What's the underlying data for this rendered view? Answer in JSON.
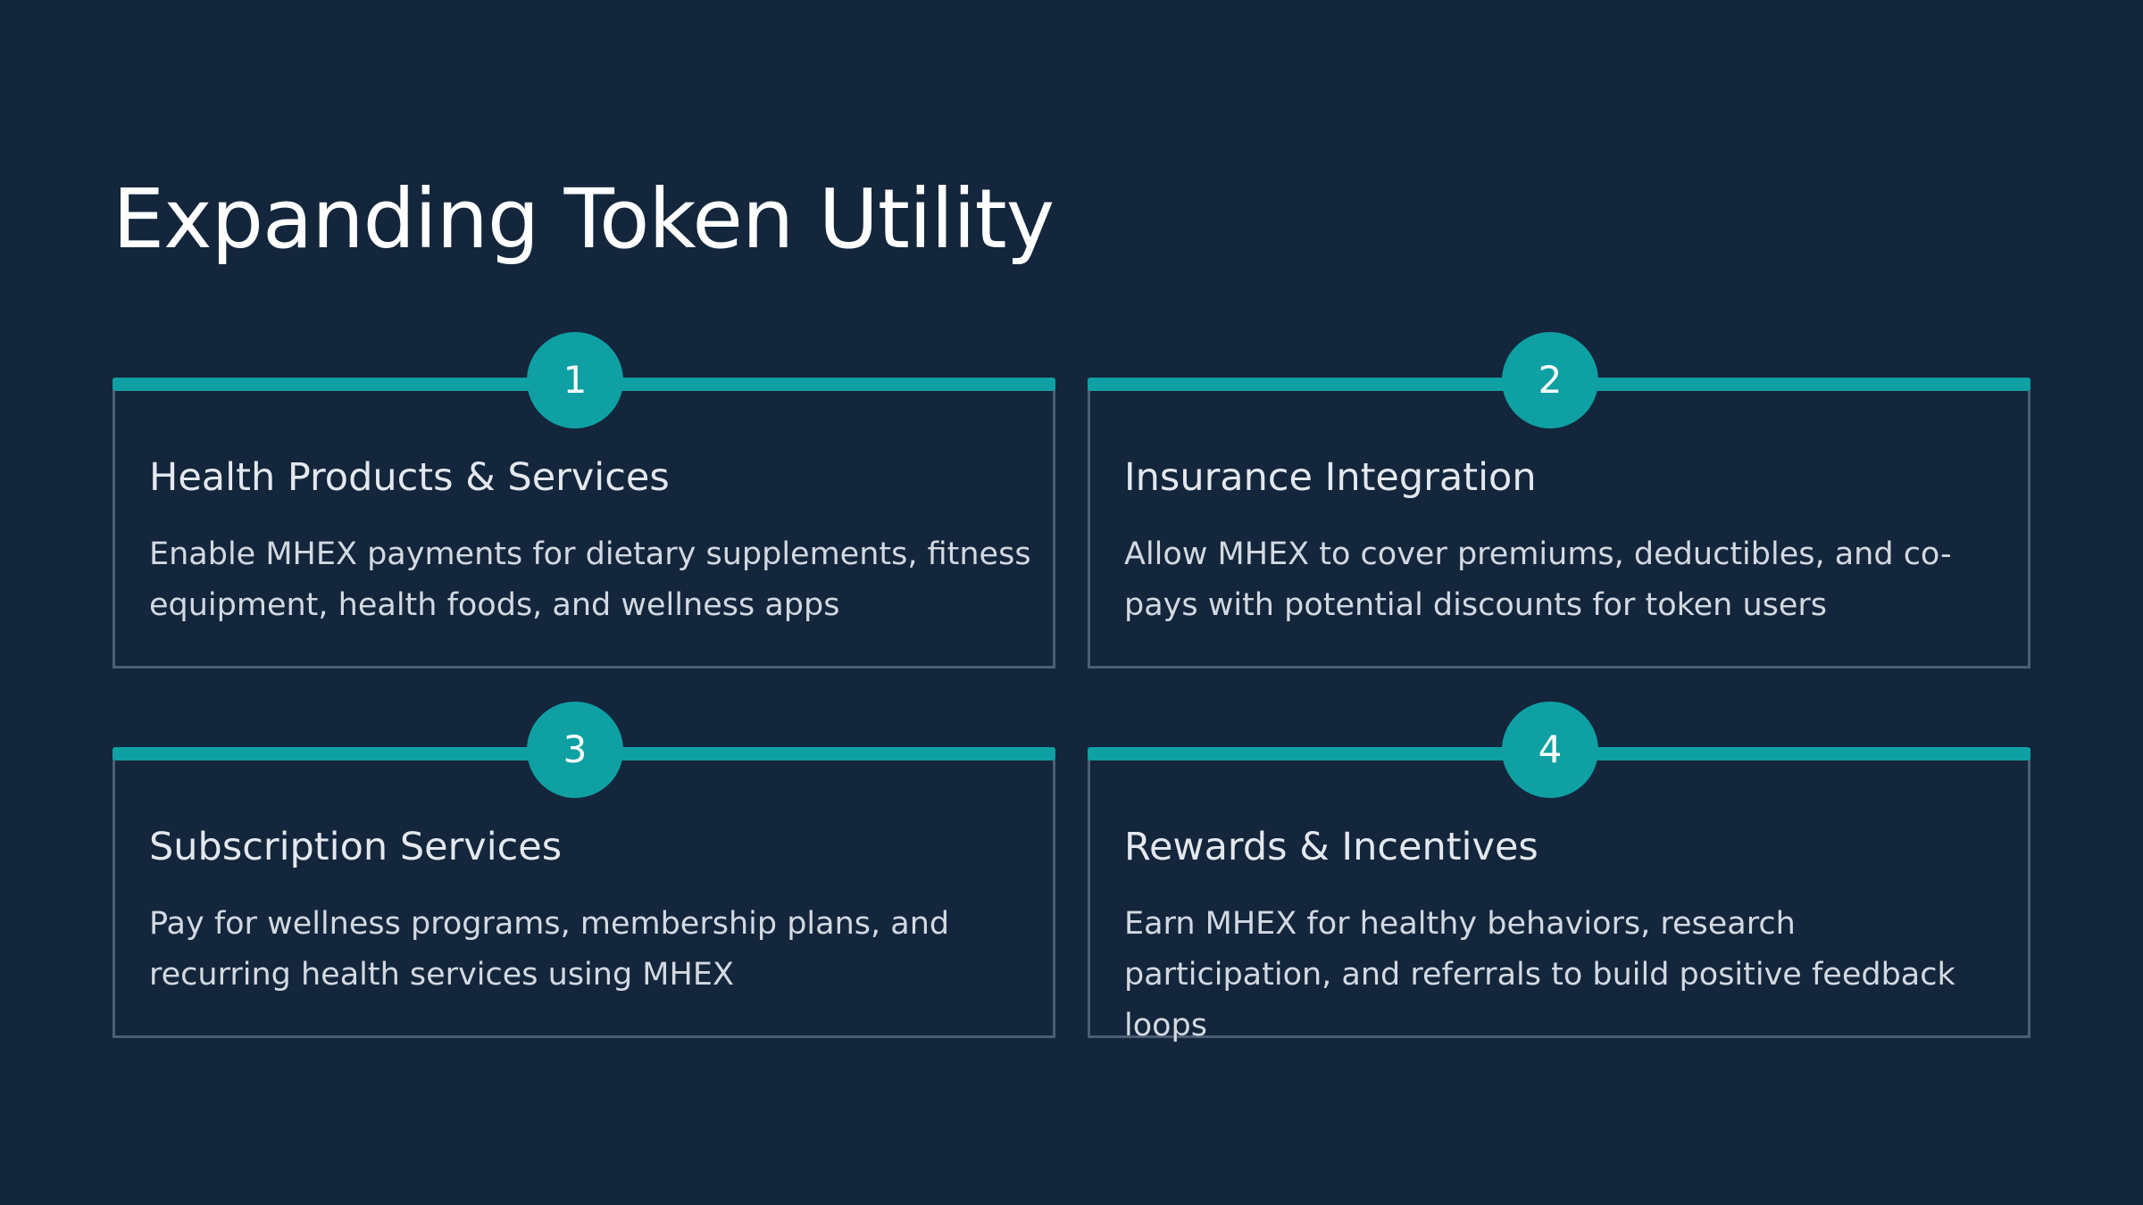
{
  "title": "Expanding Token Utility",
  "accent_color": "#0fa0a3",
  "background_color": "#13263b",
  "cards": [
    {
      "number": "1",
      "title": "Health Products & Services",
      "description": "Enable MHEX payments for dietary supplements, fitness equipment, health foods, and wellness apps"
    },
    {
      "number": "2",
      "title": "Insurance Integration",
      "description": "Allow MHEX to cover premiums, deductibles, and co-pays with potential discounts for token users"
    },
    {
      "number": "3",
      "title": "Subscription Services",
      "description": "Pay for wellness programs, membership plans, and recurring health services using MHEX"
    },
    {
      "number": "4",
      "title": "Rewards & Incentives",
      "description": "Earn MHEX for healthy behaviors, research participation, and referrals to build positive feedback loops"
    }
  ]
}
